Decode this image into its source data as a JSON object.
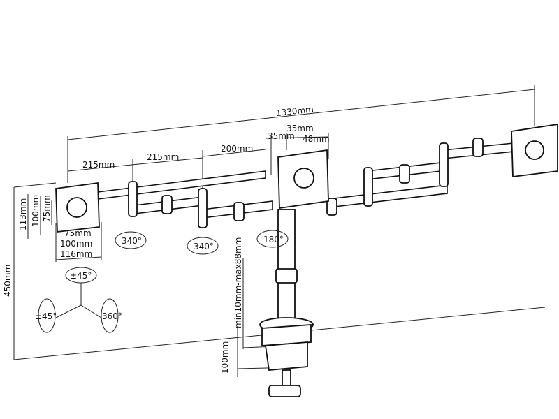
{
  "dimensions": {
    "total_width": "1330mm",
    "arm_35_top": "35mm",
    "arm_35_left": "35mm",
    "arm_48": "48mm",
    "arm_215_a": "215mm",
    "arm_215_b": "215mm",
    "arm_200": "200mm",
    "height_450": "450mm",
    "vesa_113": "113mm",
    "vesa_100_v": "100mm",
    "vesa_75_v": "75mm",
    "vesa_75_h": "75mm",
    "vesa_100_h": "100mm",
    "vesa_116": "116mm",
    "clamp_range": "min10mm-max88mm",
    "clamp_100": "100mm"
  },
  "rotations": {
    "swivel_left": "340°",
    "swivel_mid": "340°",
    "swivel_center": "180°",
    "tilt": "±45°",
    "pivot_tilt": "±45°",
    "rotate": "360°"
  }
}
